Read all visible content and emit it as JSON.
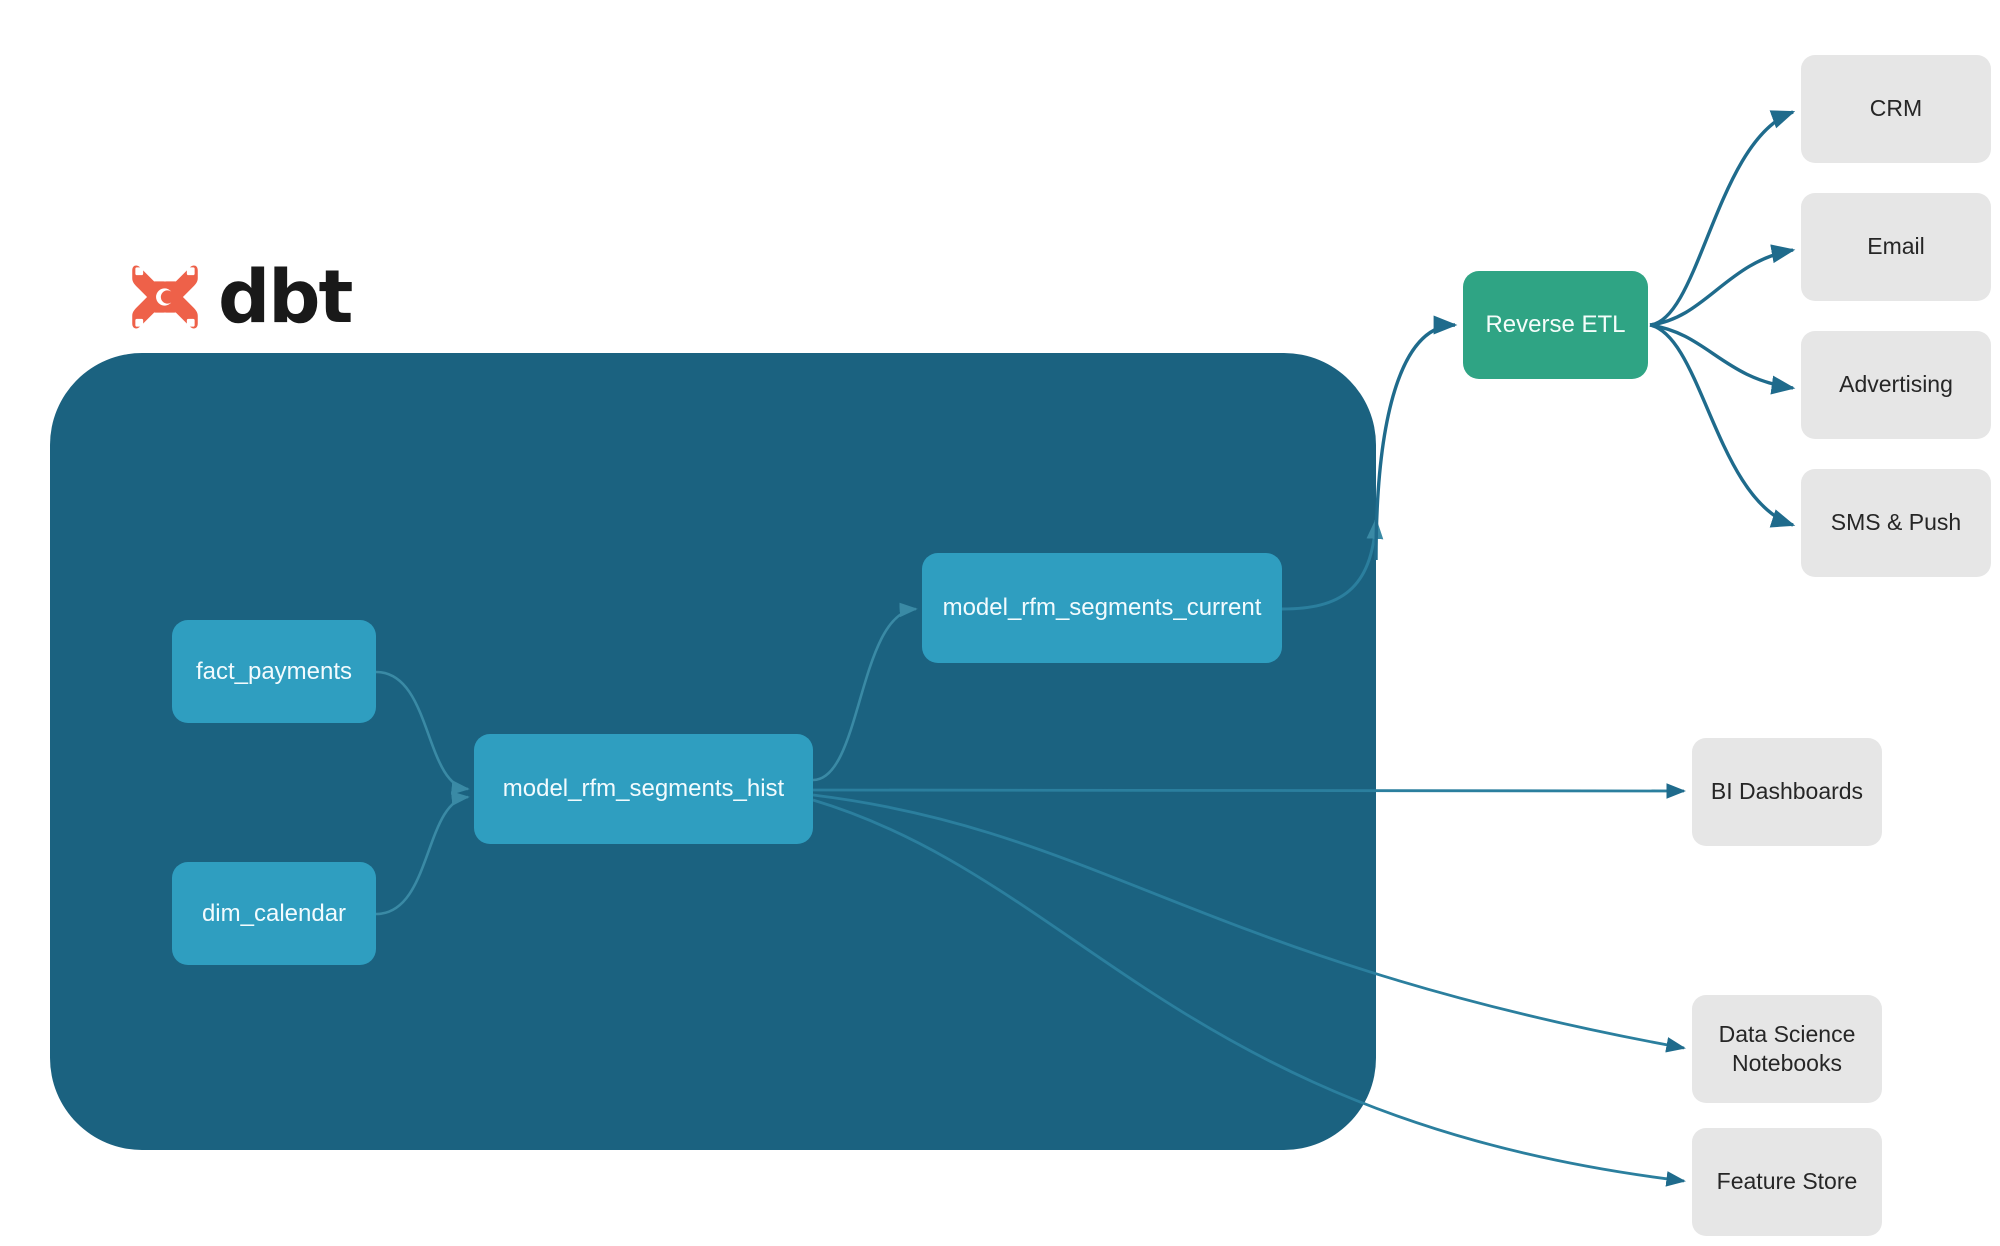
{
  "brand": {
    "wordmark": "dbt",
    "logo_icon": "dbt-x-logo-icon",
    "logo_color": "#ee6149"
  },
  "colors": {
    "canvas": "#ffffff",
    "warehouse_container": "#1b6280",
    "model_node": "#2f9ec0",
    "reverse_etl_node": "#2fa484",
    "destination_node": "#e6e6e6",
    "edge_internal": "#3a8aa5",
    "edge_external": "#1f6b8c",
    "model_label": "#f2fbfe",
    "destination_label": "#262626"
  },
  "warehouse": {
    "name": "dbt-project-container",
    "sources": [
      {
        "id": "fact_payments",
        "label": "fact_payments"
      },
      {
        "id": "dim_calendar",
        "label": "dim_calendar"
      }
    ],
    "models": [
      {
        "id": "model_rfm_segments_hist",
        "label": "model_rfm_segments_hist"
      },
      {
        "id": "model_rfm_segments_current",
        "label": "model_rfm_segments_current"
      }
    ]
  },
  "activation": {
    "hub": {
      "id": "reverse_etl",
      "label": "Reverse ETL"
    },
    "destinations": [
      {
        "id": "crm",
        "label": "CRM"
      },
      {
        "id": "email",
        "label": "Email"
      },
      {
        "id": "advertising",
        "label": "Advertising"
      },
      {
        "id": "sms_push",
        "label": "SMS & Push"
      }
    ]
  },
  "analytics": {
    "destinations": [
      {
        "id": "bi_dashboards",
        "label": "BI Dashboards"
      },
      {
        "id": "ds_notebooks",
        "label": "Data Science\nNotebooks",
        "line1": "Data Science",
        "line2": "Notebooks"
      },
      {
        "id": "feature_store",
        "label": "Feature Store"
      }
    ]
  },
  "edges": [
    {
      "from": "fact_payments",
      "to": "model_rfm_segments_hist"
    },
    {
      "from": "dim_calendar",
      "to": "model_rfm_segments_hist"
    },
    {
      "from": "model_rfm_segments_hist",
      "to": "model_rfm_segments_current"
    },
    {
      "from": "model_rfm_segments_current",
      "to": "reverse_etl"
    },
    {
      "from": "reverse_etl",
      "to": "crm"
    },
    {
      "from": "reverse_etl",
      "to": "email"
    },
    {
      "from": "reverse_etl",
      "to": "advertising"
    },
    {
      "from": "reverse_etl",
      "to": "sms_push"
    },
    {
      "from": "model_rfm_segments_hist",
      "to": "bi_dashboards"
    },
    {
      "from": "model_rfm_segments_hist",
      "to": "ds_notebooks"
    },
    {
      "from": "model_rfm_segments_hist",
      "to": "feature_store"
    }
  ]
}
